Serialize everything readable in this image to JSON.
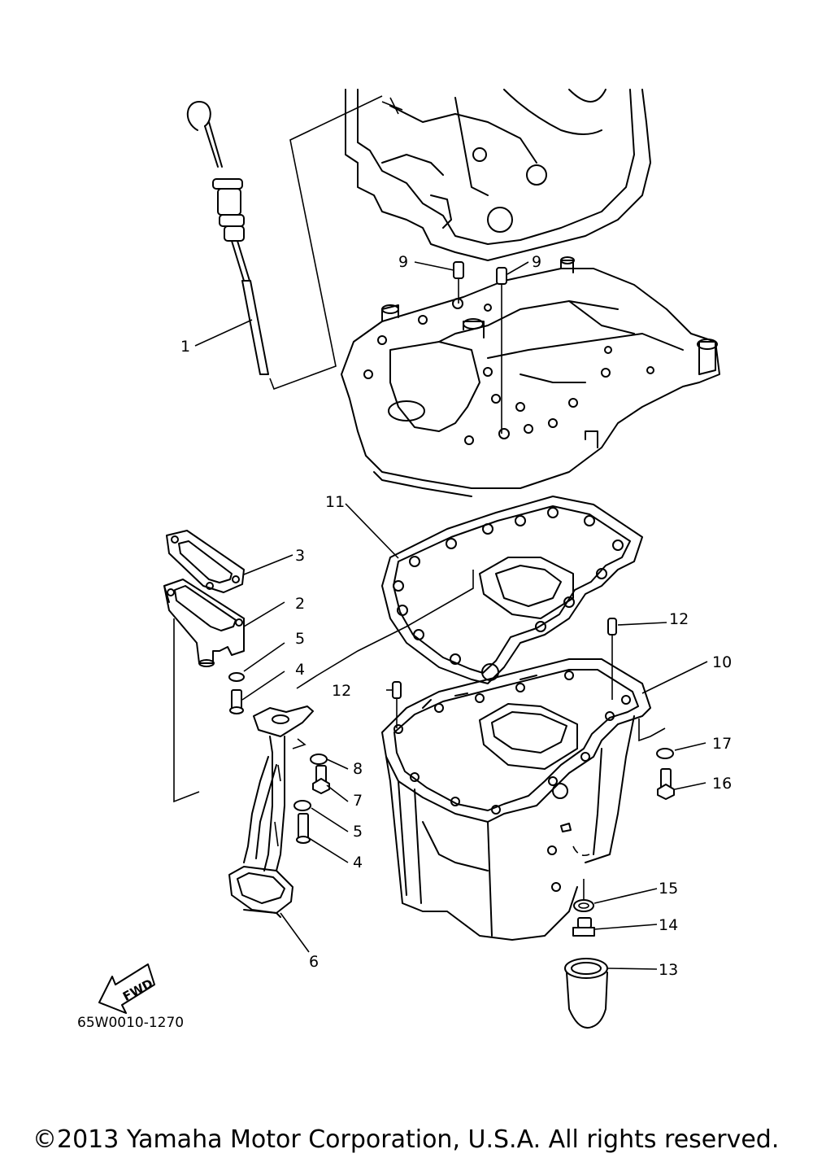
{
  "diagram": {
    "part_numbers": [
      "1",
      "2",
      "3",
      "4",
      "5",
      "6",
      "7",
      "8",
      "9",
      "10",
      "11",
      "12",
      "13",
      "14",
      "15",
      "16",
      "17"
    ],
    "labels": {
      "n1": "1",
      "n2": "2",
      "n3": "3",
      "n4a": "4",
      "n4b": "4",
      "n5a": "5",
      "n5b": "5",
      "n6": "6",
      "n7": "7",
      "n8": "8",
      "n9a": "9",
      "n9b": "9",
      "n10": "10",
      "n11": "11",
      "n12a": "12",
      "n12b": "12",
      "n13": "13",
      "n14": "14",
      "n15": "15",
      "n16": "16",
      "n17": "17"
    },
    "fwd_label": "FWD",
    "reference_code": "65W0010-1270"
  },
  "footer": {
    "copyright": "©2013 Yamaha Motor Corporation, U.S.A. All rights reserved."
  }
}
